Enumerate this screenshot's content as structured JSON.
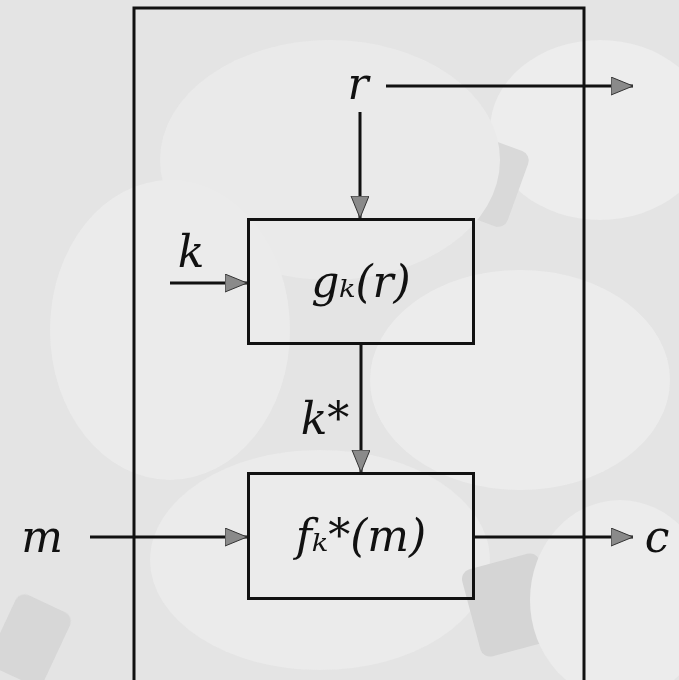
{
  "diagram": {
    "nodes": [
      {
        "text": [
          "gₖ(r)"
        ]
      },
      {
        "text": [
          "fₖ*(m)"
        ]
      }
    ],
    "edges": [
      {
        "from": 0,
        "to": 1,
        "arrow": "to",
        "label": "k*"
      }
    ],
    "labels": [
      "r",
      "k",
      "m",
      "c"
    ]
  }
}
